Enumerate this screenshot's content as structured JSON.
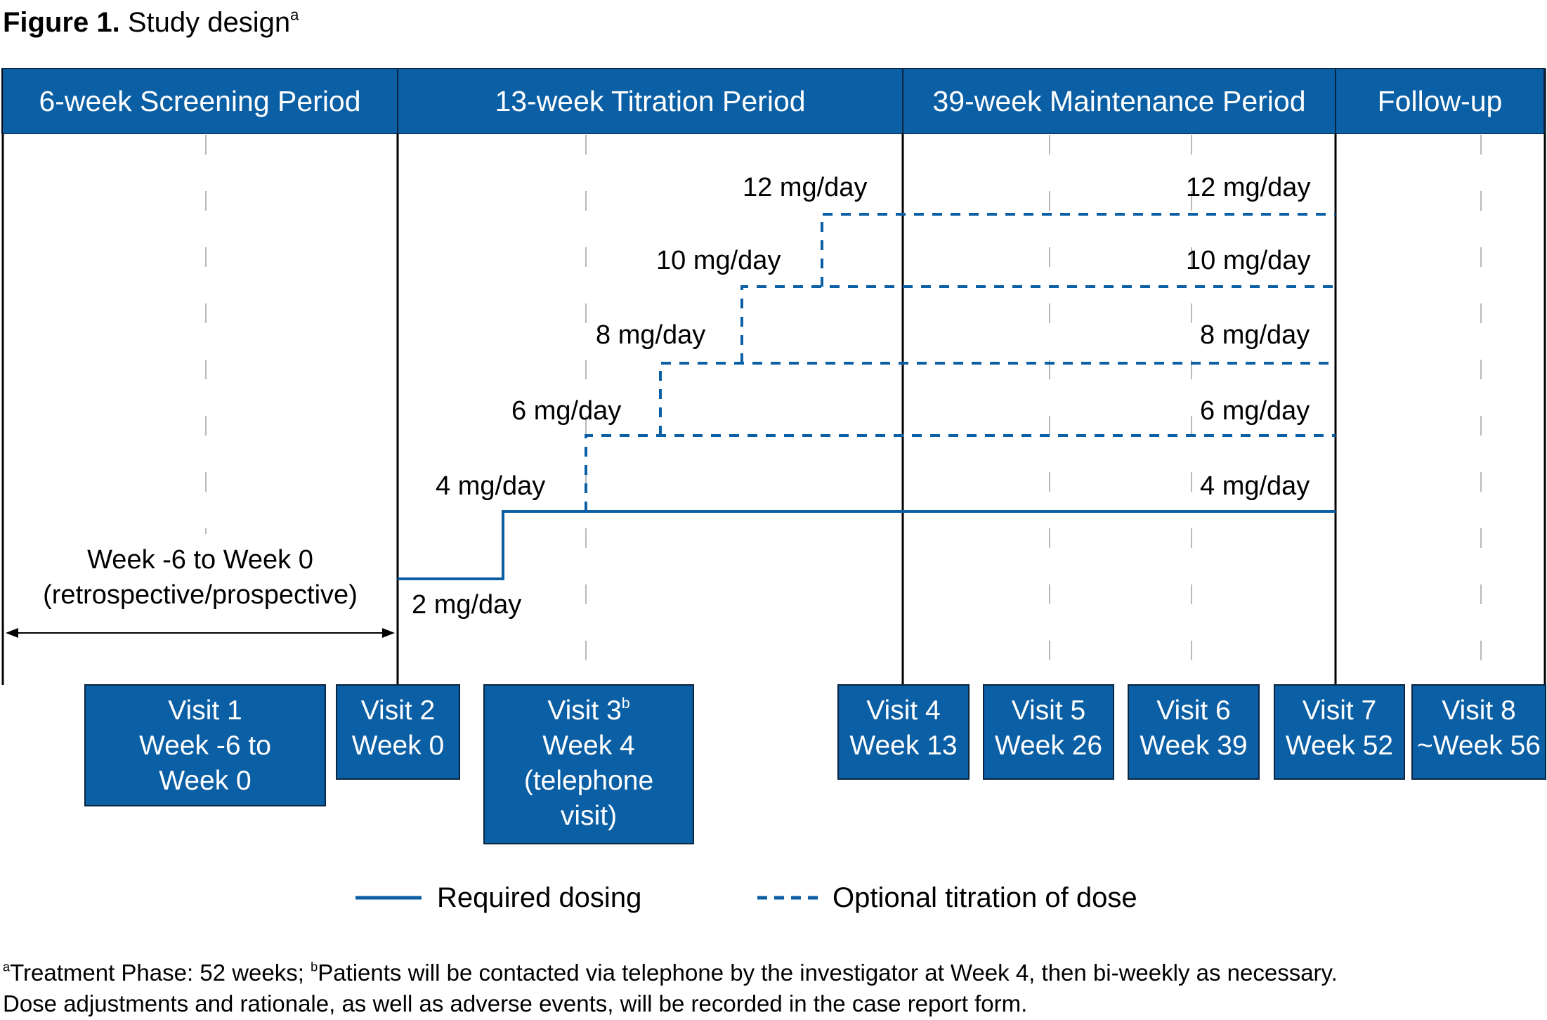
{
  "title": {
    "bold": "Figure 1.",
    "text": "Study design",
    "sup": "a"
  },
  "phases": [
    {
      "label": "6-week Screening Period"
    },
    {
      "label": "13-week Titration Period"
    },
    {
      "label": "39-week Maintenance Period"
    },
    {
      "label": "Follow-up"
    }
  ],
  "doses": {
    "d12": "12 mg/day",
    "d10": "10 mg/day",
    "d8": "8 mg/day",
    "d6": "6 mg/day",
    "d4": "4 mg/day",
    "d2": "2 mg/day"
  },
  "screening": {
    "line1": "Week -6 to Week 0",
    "line2": "(retrospective/prospective)"
  },
  "visits": [
    {
      "lines": [
        "Visit 1",
        "Week -6 to",
        "Week 0"
      ]
    },
    {
      "lines": [
        "Visit 2",
        "Week 0"
      ]
    },
    {
      "lines": [
        "Visit 3",
        "Week 4",
        "(telephone",
        "visit)"
      ],
      "sup": "b"
    },
    {
      "lines": [
        "Visit 4",
        "Week 13"
      ]
    },
    {
      "lines": [
        "Visit 5",
        "Week 26"
      ]
    },
    {
      "lines": [
        "Visit 6",
        "Week 39"
      ]
    },
    {
      "lines": [
        "Visit 7",
        "Week 52"
      ]
    },
    {
      "lines": [
        "Visit 8",
        "~Week 56"
      ]
    }
  ],
  "legend": {
    "required": "Required dosing",
    "optional": "Optional titration of dose"
  },
  "footnote": {
    "sup_a": "a",
    "text_a": "Treatment Phase: 52 weeks; ",
    "sup_b": "b",
    "text_b": "Patients will be contacted via telephone by the investigator at Week 4, then bi-weekly as necessary.",
    "line2": "Dose adjustments and rationale, as well as adverse events, will be recorded in the case report form."
  },
  "colors": {
    "accent": "#0b5fa5",
    "line": "#0b5fa5",
    "border": "#0a2440",
    "grid": "#b8b8b8"
  }
}
